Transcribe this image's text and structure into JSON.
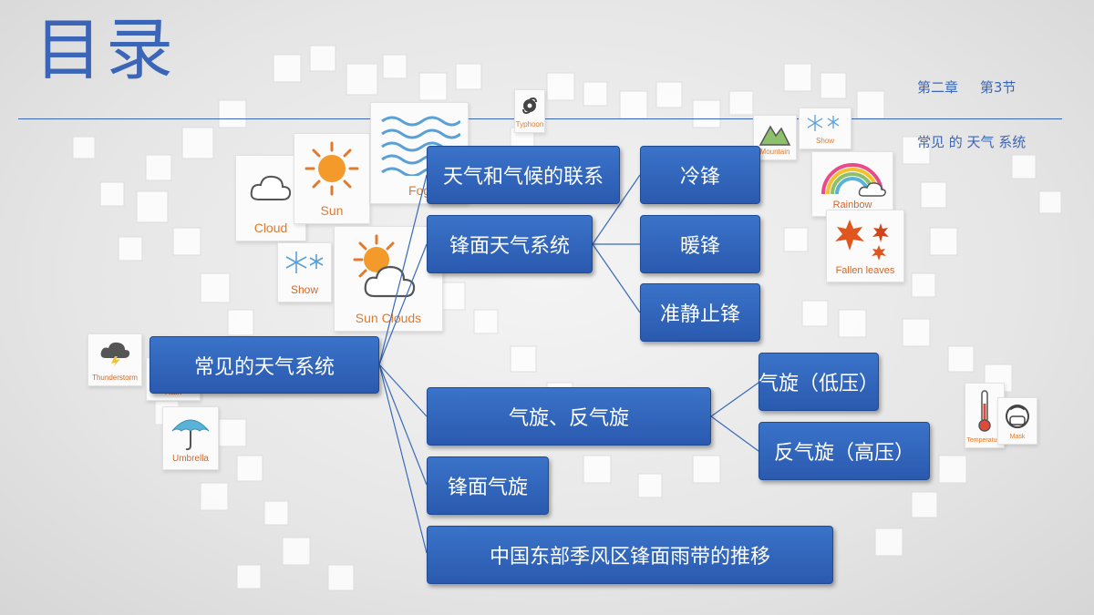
{
  "header": {
    "title": "目录",
    "chapter_line1": "第二章     第3节",
    "chapter_line2": "常见 的 天气 系统"
  },
  "diagram": {
    "root": "常见的天气系统",
    "branches": [
      {
        "label": "天气和气候的联系"
      },
      {
        "label": "锋面天气系统",
        "children": [
          "冷锋",
          "暖锋",
          "准静止锋"
        ]
      },
      {
        "label": "气旋、反气旋",
        "children": [
          "气旋（低压）",
          "反气旋（高压）"
        ]
      },
      {
        "label": "锋面气旋"
      },
      {
        "label": "中国东部季风区锋面雨带的推移"
      }
    ]
  },
  "tiles": {
    "cloud": "Cloud",
    "sun": "Sun",
    "fog": "Fog",
    "typhoon": "Typhoon",
    "show1": "Show",
    "sun_clouds": "Sun Clouds",
    "thunderstorm": "Thunderstorm",
    "rain": "Rain",
    "umbrella": "Umbrella",
    "mountain": "Mountain",
    "show2": "Show",
    "rainbow": "Rainbow",
    "fallen_leaves": "Fallen leaves",
    "temperature": "Temperature",
    "mask": "Mask"
  },
  "colors": {
    "accent": "#3b66b8",
    "node_fill": "#2f63b8",
    "icon_orange": "#e07a2e"
  }
}
